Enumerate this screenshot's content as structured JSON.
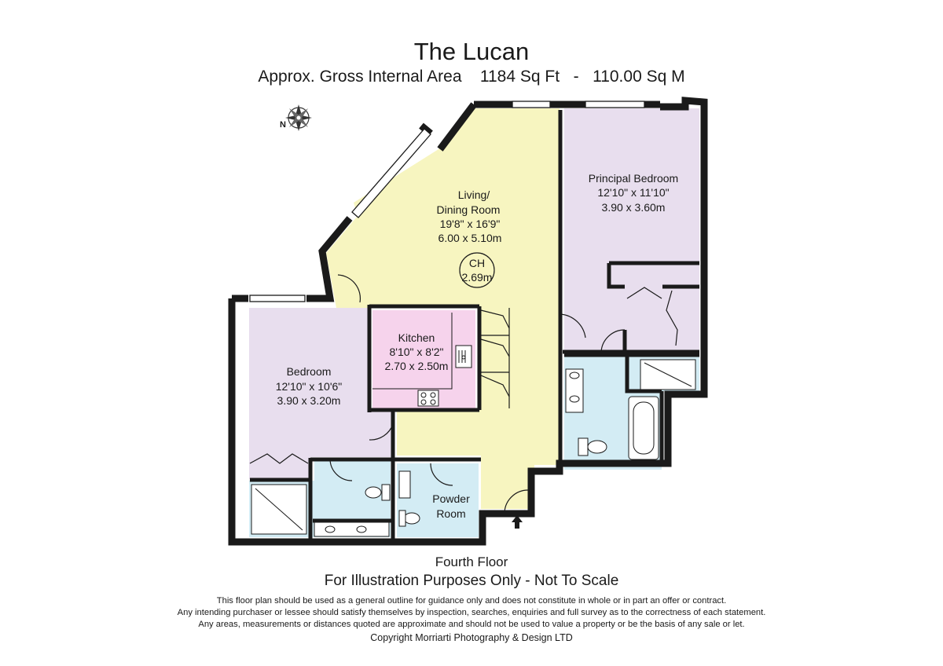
{
  "header": {
    "title": "The Lucan",
    "area_label": "Approx. Gross Internal Area",
    "area_sqft": "1184 Sq Ft",
    "separator": "-",
    "area_sqm": "110.00 Sq M"
  },
  "compass": {
    "label": "N"
  },
  "rooms": {
    "living": {
      "name_line1": "Living/",
      "name_line2": "Dining Room",
      "imperial": "19'8\" x 16'9\"",
      "metric": "6.00 x 5.10m"
    },
    "ceiling": {
      "label": "CH",
      "value": "2.69m"
    },
    "principal": {
      "name": "Principal Bedroom",
      "imperial": "12'10\" x 11'10\"",
      "metric": "3.90 x 3.60m"
    },
    "kitchen": {
      "name": "Kitchen",
      "imperial": "8'10\" x 8'2\"",
      "metric": "2.70 x 2.50m"
    },
    "bedroom": {
      "name": "Bedroom",
      "imperial": "12'10\" x 10'6\"",
      "metric": "3.90 x 3.20m"
    },
    "powder": {
      "name_line1": "Powder",
      "name_line2": "Room"
    }
  },
  "colors": {
    "living": "#f7f5c0",
    "bedroom": "#e8deee",
    "kitchen": "#f6d3ec",
    "bathroom": "#d3ecf4",
    "wall": "#1a1a1a"
  },
  "footer": {
    "floor": "Fourth Floor",
    "illustration": "For Illustration Purposes Only - Not To Scale",
    "disclaimer_1": "This floor plan should be used as a general outline for guidance only and does not constitute in whole or in part an offer or contract.",
    "disclaimer_2": "Any intending purchaser or lessee should satisfy themselves by inspection, searches, enquiries and full survey as to the correctness of each statement.",
    "disclaimer_3": "Any areas, measurements or distances quoted are approximate and should not be used to value a property or be the basis of any sale or let.",
    "copyright": "Copyright Morriarti Photography & Design LTD"
  }
}
